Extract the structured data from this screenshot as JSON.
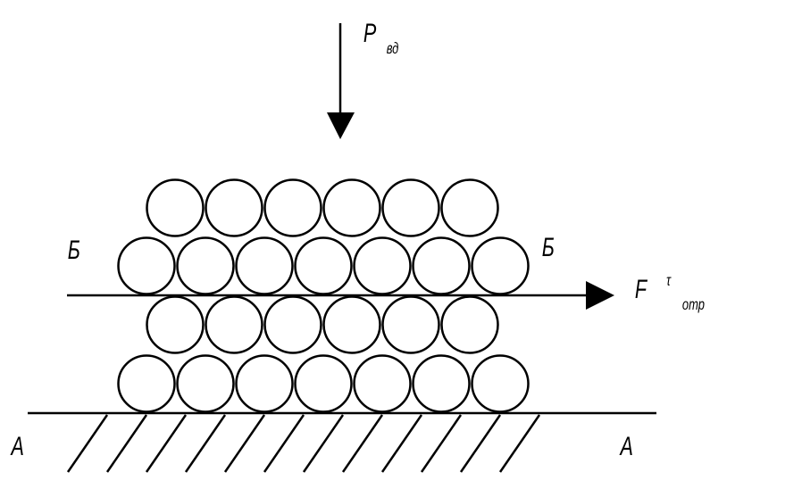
{
  "labels": {
    "force_p": "P",
    "force_p_sub": "вд",
    "section_b_left": "Б",
    "section_b_right": "Б",
    "force_f": "F",
    "force_f_sup": "τ",
    "force_f_sub": "отр",
    "section_a_left": "A",
    "section_a_right": "A"
  },
  "packing": {
    "rows_bottom_to_top": [
      7,
      6,
      7,
      6
    ]
  },
  "colors": {
    "stroke": "#000000",
    "background": "#ffffff"
  }
}
